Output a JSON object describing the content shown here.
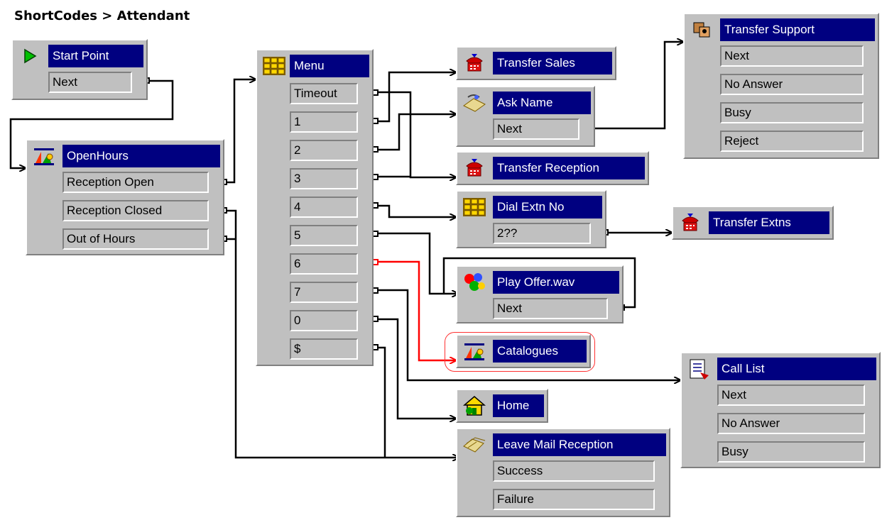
{
  "breadcrumb": "ShortCodes > Attendant",
  "colors": {
    "title_bar": "#000080",
    "node_face": "#c0c0c0",
    "connector": "#000000",
    "highlight": "#ff0000"
  },
  "nodes": {
    "start": {
      "title": "Start Point",
      "icon": "start-arrow-icon",
      "outputs": [
        "Next"
      ]
    },
    "openhours": {
      "title": "OpenHours",
      "icon": "time-profile-icon",
      "outputs": [
        "Reception Open",
        "Reception Closed",
        "Out of Hours"
      ]
    },
    "menu": {
      "title": "Menu",
      "icon": "keypad-icon",
      "outputs": [
        "Timeout",
        "1",
        "2",
        "3",
        "4",
        "5",
        "6",
        "7",
        "0",
        "$"
      ]
    },
    "transfer_sales": {
      "title": "Transfer Sales",
      "icon": "transfer-phone-icon",
      "outputs": []
    },
    "ask_name": {
      "title": "Ask Name",
      "icon": "record-icon",
      "outputs": [
        "Next"
      ]
    },
    "transfer_reception": {
      "title": "Transfer Reception",
      "icon": "transfer-phone-icon",
      "outputs": []
    },
    "dial_extn": {
      "title": "Dial Extn No",
      "icon": "keypad-icon",
      "outputs": [
        "2??"
      ]
    },
    "transfer_extns": {
      "title": "Transfer Extns",
      "icon": "transfer-phone-icon",
      "outputs": []
    },
    "play_offer": {
      "title": "Play Offer.wav",
      "icon": "play-shapes-icon",
      "outputs": [
        "Next"
      ]
    },
    "catalogues": {
      "title": "Catalogues",
      "icon": "time-profile-icon",
      "outputs": []
    },
    "home": {
      "title": "Home",
      "icon": "home-icon",
      "outputs": []
    },
    "leave_mail": {
      "title": "Leave Mail Reception",
      "icon": "leave-mail-icon",
      "outputs": [
        "Success",
        "Failure"
      ]
    },
    "transfer_support": {
      "title": "Transfer Support",
      "icon": "assisted-transfer-icon",
      "outputs": [
        "Next",
        "No Answer",
        "Busy",
        "Reject"
      ]
    },
    "call_list": {
      "title": "Call List",
      "icon": "call-list-icon",
      "outputs": [
        "Next",
        "No Answer",
        "Busy"
      ]
    }
  }
}
